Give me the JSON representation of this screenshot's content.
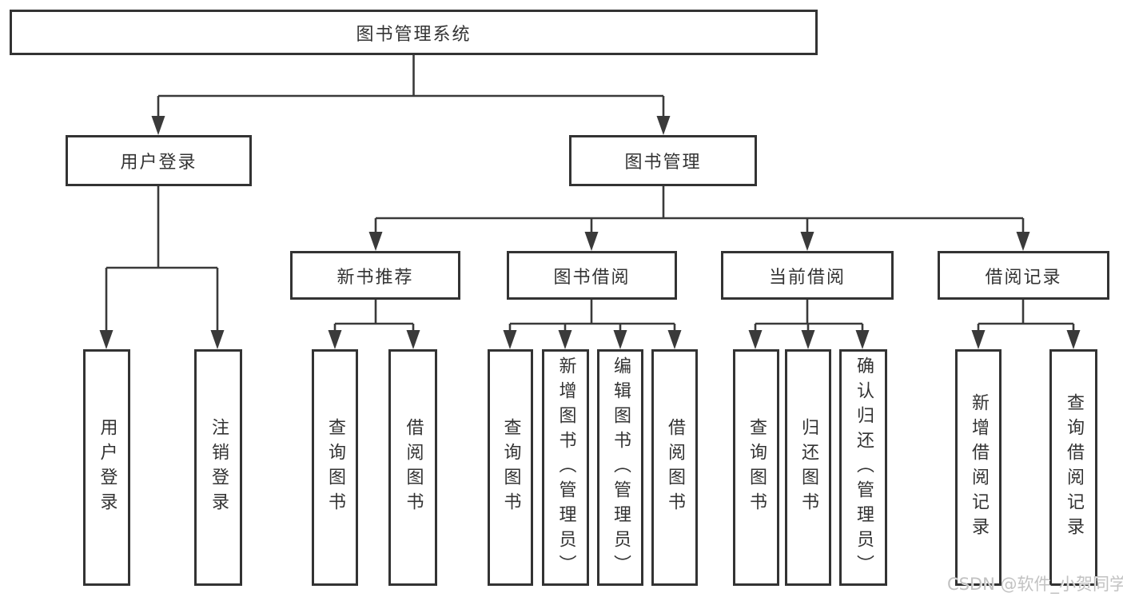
{
  "diagram": {
    "title": "图书管理系统",
    "branches": [
      {
        "label": "用户登录",
        "children": [
          {
            "label": "用户登录"
          },
          {
            "label": "注销登录"
          }
        ]
      },
      {
        "label": "图书管理",
        "children": [
          {
            "label": "新书推荐",
            "children": [
              {
                "label": "查询图书"
              },
              {
                "label": "借阅图书"
              }
            ]
          },
          {
            "label": "图书借阅",
            "children": [
              {
                "label": "查询图书"
              },
              {
                "label": "新增图书（管理员）"
              },
              {
                "label": "编辑图书（管理员）"
              },
              {
                "label": "借阅图书"
              }
            ]
          },
          {
            "label": "当前借阅",
            "children": [
              {
                "label": "查询图书"
              },
              {
                "label": "归还图书"
              },
              {
                "label": "确认归还（管理员）"
              }
            ]
          },
          {
            "label": "借阅记录",
            "children": [
              {
                "label": "新增借阅记录"
              },
              {
                "label": "查询借阅记录"
              }
            ]
          }
        ]
      }
    ]
  },
  "watermark": {
    "text": "CSDN @软件_小贺同学"
  },
  "colors": {
    "line": "#3a3a3a",
    "box_border": "#333333",
    "text": "#333333",
    "background": "#ffffff",
    "watermark": "#c2c2c2"
  }
}
